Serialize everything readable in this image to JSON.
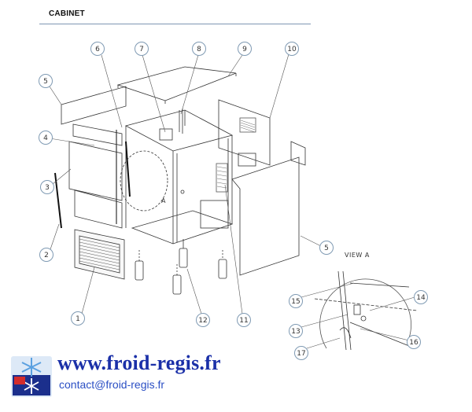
{
  "header": {
    "title": "CABINET"
  },
  "callouts": [
    {
      "id": "c1",
      "label": "1"
    },
    {
      "id": "c2",
      "label": "2"
    },
    {
      "id": "c3",
      "label": "3"
    },
    {
      "id": "c4",
      "label": "4"
    },
    {
      "id": "c5a",
      "label": "5"
    },
    {
      "id": "c5b",
      "label": "5"
    },
    {
      "id": "c6",
      "label": "6"
    },
    {
      "id": "c7",
      "label": "7"
    },
    {
      "id": "c8",
      "label": "8"
    },
    {
      "id": "c9",
      "label": "9"
    },
    {
      "id": "c10",
      "label": "10"
    },
    {
      "id": "c11",
      "label": "11"
    },
    {
      "id": "c12",
      "label": "12"
    },
    {
      "id": "c13",
      "label": "13"
    },
    {
      "id": "c14",
      "label": "14"
    },
    {
      "id": "c15",
      "label": "15"
    },
    {
      "id": "c16",
      "label": "16"
    },
    {
      "id": "c17",
      "label": "17"
    }
  ],
  "detail": {
    "circle_label": "A",
    "view_label": "VIEW A"
  },
  "footer": {
    "website": "www.froid-regis.fr",
    "email": "contact@froid-regis.fr"
  },
  "colors": {
    "callout_stroke": "#7f9ab3",
    "website": "#1b30a8",
    "email": "#2b4fc4",
    "line": "#333333"
  }
}
